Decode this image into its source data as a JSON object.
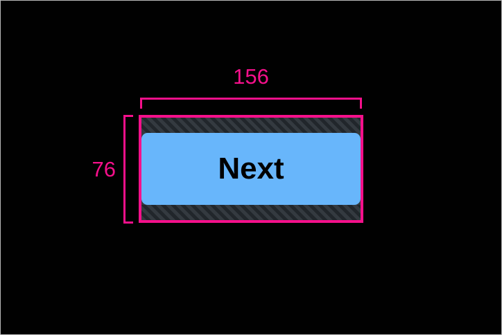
{
  "overlay": {
    "kind": "element-measurement-overlay",
    "background_color": "#010101",
    "frame_border_color": "#b9b9b9",
    "annotation_color": "#f5108b"
  },
  "element": {
    "name": "next-button",
    "label": "Next",
    "face_color": "#68b6fb",
    "text_color": "#000000",
    "padding_band_color": "#343a40",
    "padding_hatch_color": "#21262b",
    "bounding_box_color": "#f5108b"
  },
  "dimensions": {
    "width_label": "156",
    "height_label": "76",
    "width_value": 156,
    "height_value": 76,
    "unit": "px"
  }
}
